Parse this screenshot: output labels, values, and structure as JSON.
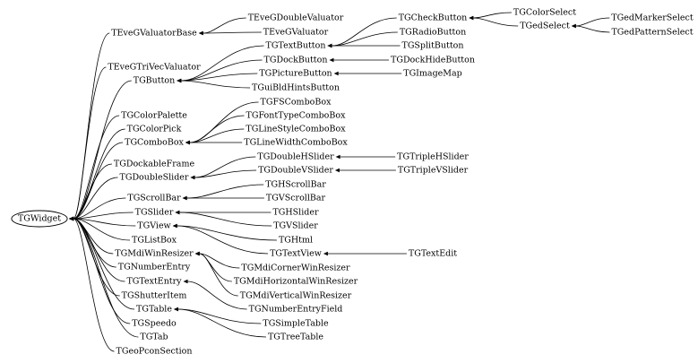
{
  "root": "TGWidget",
  "nodes": [
    {
      "id": "TGWidget",
      "label": "TGWidget"
    },
    {
      "id": "TEveGValuatorBase",
      "label": "TEveGValuatorBase"
    },
    {
      "id": "TEveGTriVecValuator",
      "label": "TEveGTriVecValuator"
    },
    {
      "id": "TGButton",
      "label": "TGButton"
    },
    {
      "id": "TGColorPalette",
      "label": "TGColorPalette"
    },
    {
      "id": "TGColorPick",
      "label": "TGColorPick"
    },
    {
      "id": "TGComboBox",
      "label": "TGComboBox"
    },
    {
      "id": "TGDockableFrame",
      "label": "TGDockableFrame"
    },
    {
      "id": "TGDoubleSlider",
      "label": "TGDoubleSlider"
    },
    {
      "id": "TGScrollBar",
      "label": "TGScrollBar"
    },
    {
      "id": "TGSlider",
      "label": "TGSlider"
    },
    {
      "id": "TGView",
      "label": "TGView"
    },
    {
      "id": "TGListBox",
      "label": "TGListBox"
    },
    {
      "id": "TGMdiWinResizer",
      "label": "TGMdiWinResizer"
    },
    {
      "id": "TGNumberEntry",
      "label": "TGNumberEntry"
    },
    {
      "id": "TGTextEntry",
      "label": "TGTextEntry"
    },
    {
      "id": "TGShutterItem",
      "label": "TGShutterItem"
    },
    {
      "id": "TGTable",
      "label": "TGTable"
    },
    {
      "id": "TGSpeedo",
      "label": "TGSpeedo"
    },
    {
      "id": "TGTab",
      "label": "TGTab"
    },
    {
      "id": "TGeoPconSection",
      "label": "TGeoPconSection"
    },
    {
      "id": "TEveGDoubleValuator",
      "label": "TEveGDoubleValuator"
    },
    {
      "id": "TEveGValuator",
      "label": "TEveGValuator"
    },
    {
      "id": "TGTextButton",
      "label": "TGTextButton"
    },
    {
      "id": "TGDockButton",
      "label": "TGDockButton"
    },
    {
      "id": "TGPictureButton",
      "label": "TGPictureButton"
    },
    {
      "id": "TGuiBldHintsButton",
      "label": "TGuiBldHintsButton"
    },
    {
      "id": "TGFSComboBox",
      "label": "TGFSComboBox"
    },
    {
      "id": "TGFontTypeComboBox",
      "label": "TGFontTypeComboBox"
    },
    {
      "id": "TGLineStyleComboBox",
      "label": "TGLineStyleComboBox"
    },
    {
      "id": "TGLineWidthComboBox",
      "label": "TGLineWidthComboBox"
    },
    {
      "id": "TGDoubleHSlider",
      "label": "TGDoubleHSlider"
    },
    {
      "id": "TGDoubleVSlider",
      "label": "TGDoubleVSlider"
    },
    {
      "id": "TGHScrollBar",
      "label": "TGHScrollBar"
    },
    {
      "id": "TGVScrollBar",
      "label": "TGVScrollBar"
    },
    {
      "id": "TGHSlider",
      "label": "TGHSlider"
    },
    {
      "id": "TGVSlider",
      "label": "TGVSlider"
    },
    {
      "id": "TGHtml",
      "label": "TGHtml"
    },
    {
      "id": "TGTextView",
      "label": "TGTextView"
    },
    {
      "id": "TGMdiCornerWinResizer",
      "label": "TGMdiCornerWinResizer"
    },
    {
      "id": "TGMdiHorizontalWinResizer",
      "label": "TGMdiHorizontalWinResizer"
    },
    {
      "id": "TGMdiVerticalWinResizer",
      "label": "TGMdiVerticalWinResizer"
    },
    {
      "id": "TGNumberEntryField",
      "label": "TGNumberEntryField"
    },
    {
      "id": "TGSimpleTable",
      "label": "TGSimpleTable"
    },
    {
      "id": "TGTreeTable",
      "label": "TGTreeTable"
    },
    {
      "id": "TGCheckButton",
      "label": "TGCheckButton"
    },
    {
      "id": "TGRadioButton",
      "label": "TGRadioButton"
    },
    {
      "id": "TGSplitButton",
      "label": "TGSplitButton"
    },
    {
      "id": "TGDockHideButton",
      "label": "TGDockHideButton"
    },
    {
      "id": "TGImageMap",
      "label": "TGImageMap"
    },
    {
      "id": "TGTripleHSlider",
      "label": "TGTripleHSlider"
    },
    {
      "id": "TGTripleVSlider",
      "label": "TGTripleVSlider"
    },
    {
      "id": "TGTextEdit",
      "label": "TGTextEdit"
    },
    {
      "id": "TGColorSelect",
      "label": "TGColorSelect"
    },
    {
      "id": "TGedSelect",
      "label": "TGedSelect"
    },
    {
      "id": "TGedMarkerSelect",
      "label": "TGedMarkerSelect"
    },
    {
      "id": "TGedPatternSelect",
      "label": "TGedPatternSelect"
    }
  ],
  "edges": [
    {
      "from": "TEveGValuatorBase",
      "to": "TGWidget"
    },
    {
      "from": "TEveGTriVecValuator",
      "to": "TGWidget"
    },
    {
      "from": "TGButton",
      "to": "TGWidget"
    },
    {
      "from": "TGColorPalette",
      "to": "TGWidget"
    },
    {
      "from": "TGColorPick",
      "to": "TGWidget"
    },
    {
      "from": "TGComboBox",
      "to": "TGWidget"
    },
    {
      "from": "TGDockableFrame",
      "to": "TGWidget"
    },
    {
      "from": "TGDoubleSlider",
      "to": "TGWidget"
    },
    {
      "from": "TGScrollBar",
      "to": "TGWidget"
    },
    {
      "from": "TGSlider",
      "to": "TGWidget"
    },
    {
      "from": "TGView",
      "to": "TGWidget"
    },
    {
      "from": "TGListBox",
      "to": "TGWidget"
    },
    {
      "from": "TGMdiWinResizer",
      "to": "TGWidget"
    },
    {
      "from": "TGNumberEntry",
      "to": "TGWidget"
    },
    {
      "from": "TGTextEntry",
      "to": "TGWidget"
    },
    {
      "from": "TGShutterItem",
      "to": "TGWidget"
    },
    {
      "from": "TGTable",
      "to": "TGWidget"
    },
    {
      "from": "TGSpeedo",
      "to": "TGWidget"
    },
    {
      "from": "TGTab",
      "to": "TGWidget"
    },
    {
      "from": "TGeoPconSection",
      "to": "TGWidget"
    },
    {
      "from": "TEveGDoubleValuator",
      "to": "TEveGValuatorBase"
    },
    {
      "from": "TEveGValuator",
      "to": "TEveGValuatorBase"
    },
    {
      "from": "TGTextButton",
      "to": "TGButton"
    },
    {
      "from": "TGDockButton",
      "to": "TGButton"
    },
    {
      "from": "TGPictureButton",
      "to": "TGButton"
    },
    {
      "from": "TGuiBldHintsButton",
      "to": "TGButton"
    },
    {
      "from": "TGFSComboBox",
      "to": "TGComboBox"
    },
    {
      "from": "TGFontTypeComboBox",
      "to": "TGComboBox"
    },
    {
      "from": "TGLineStyleComboBox",
      "to": "TGComboBox"
    },
    {
      "from": "TGLineWidthComboBox",
      "to": "TGComboBox"
    },
    {
      "from": "TGDoubleHSlider",
      "to": "TGDoubleSlider"
    },
    {
      "from": "TGDoubleVSlider",
      "to": "TGDoubleSlider"
    },
    {
      "from": "TGHScrollBar",
      "to": "TGScrollBar"
    },
    {
      "from": "TGVScrollBar",
      "to": "TGScrollBar"
    },
    {
      "from": "TGHSlider",
      "to": "TGSlider"
    },
    {
      "from": "TGVSlider",
      "to": "TGSlider"
    },
    {
      "from": "TGHtml",
      "to": "TGView"
    },
    {
      "from": "TGTextView",
      "to": "TGView"
    },
    {
      "from": "TGMdiCornerWinResizer",
      "to": "TGMdiWinResizer"
    },
    {
      "from": "TGMdiHorizontalWinResizer",
      "to": "TGMdiWinResizer"
    },
    {
      "from": "TGMdiVerticalWinResizer",
      "to": "TGMdiWinResizer"
    },
    {
      "from": "TGNumberEntryField",
      "to": "TGTextEntry"
    },
    {
      "from": "TGSimpleTable",
      "to": "TGTable"
    },
    {
      "from": "TGTreeTable",
      "to": "TGTable"
    },
    {
      "from": "TGCheckButton",
      "to": "TGTextButton"
    },
    {
      "from": "TGRadioButton",
      "to": "TGTextButton"
    },
    {
      "from": "TGSplitButton",
      "to": "TGTextButton"
    },
    {
      "from": "TGDockHideButton",
      "to": "TGDockButton"
    },
    {
      "from": "TGImageMap",
      "to": "TGPictureButton"
    },
    {
      "from": "TGTripleHSlider",
      "to": "TGDoubleHSlider"
    },
    {
      "from": "TGTripleVSlider",
      "to": "TGDoubleVSlider"
    },
    {
      "from": "TGTextEdit",
      "to": "TGTextView"
    },
    {
      "from": "TGColorSelect",
      "to": "TGCheckButton"
    },
    {
      "from": "TGedSelect",
      "to": "TGCheckButton"
    },
    {
      "from": "TGedMarkerSelect",
      "to": "TGedSelect"
    },
    {
      "from": "TGedPatternSelect",
      "to": "TGedSelect"
    }
  ]
}
